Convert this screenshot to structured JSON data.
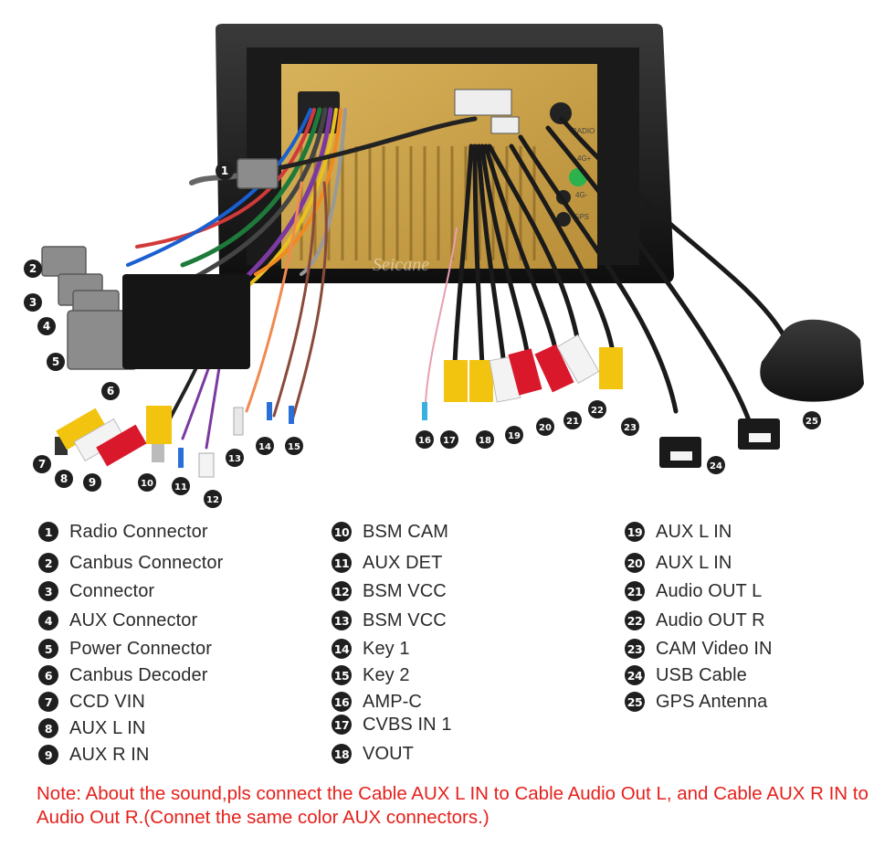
{
  "watermark": "Seicane",
  "unit_labels": {
    "radio": "RADIO",
    "lte1": "4G+",
    "lte2": "4G-",
    "gps": "GPS"
  },
  "callouts": [
    "1",
    "2",
    "3",
    "4",
    "5",
    "6",
    "7",
    "8",
    "9",
    "10",
    "11",
    "12",
    "13",
    "14",
    "15",
    "16",
    "17",
    "18",
    "19",
    "20",
    "21",
    "22",
    "23",
    "24",
    "25"
  ],
  "legend": {
    "col1": [
      {
        "num": "1",
        "label": "Radio Connector"
      },
      {
        "num": "2",
        "label": "Canbus Connector"
      },
      {
        "num": "3",
        "label": "Connector"
      },
      {
        "num": "4",
        "label": "AUX Connector"
      },
      {
        "num": "5",
        "label": "Power Connector"
      },
      {
        "num": "6",
        "label": "Canbus Decoder"
      },
      {
        "num": "7",
        "label": "CCD VIN"
      },
      {
        "num": "8",
        "label": "AUX L IN"
      },
      {
        "num": "9",
        "label": "AUX R IN"
      }
    ],
    "col2": [
      {
        "num": "10",
        "label": "BSM CAM"
      },
      {
        "num": "11",
        "label": "AUX DET"
      },
      {
        "num": "12",
        "label": "BSM VCC"
      },
      {
        "num": "13",
        "label": "BSM VCC"
      },
      {
        "num": "14",
        "label": "Key 1"
      },
      {
        "num": "15",
        "label": "Key 2"
      },
      {
        "num": "16",
        "label": "AMP-C"
      },
      {
        "num": "17",
        "label": "CVBS IN 1"
      },
      {
        "num": "18",
        "label": "VOUT"
      }
    ],
    "col3": [
      {
        "num": "19",
        "label": "AUX L IN"
      },
      {
        "num": "20",
        "label": "AUX L IN"
      },
      {
        "num": "21",
        "label": "Audio OUT L"
      },
      {
        "num": "22",
        "label": "Audio OUT R"
      },
      {
        "num": "23",
        "label": "CAM Video IN"
      },
      {
        "num": "24",
        "label": "USB Cable"
      },
      {
        "num": "25",
        "label": "GPS Antenna"
      }
    ]
  },
  "note": "Note: About the sound,pls connect the Cable AUX L IN to Cable Audio Out L, and Cable AUX R IN to  Audio Out R.(Connet the same color AUX connectors.)",
  "colors": {
    "note": "#e5211c",
    "frame": "#1b1b1b",
    "board": "#c9a24a",
    "yellow_rca": "#f2c40f",
    "red_rca": "#d9182b",
    "white_rca": "#f3f3f3"
  }
}
